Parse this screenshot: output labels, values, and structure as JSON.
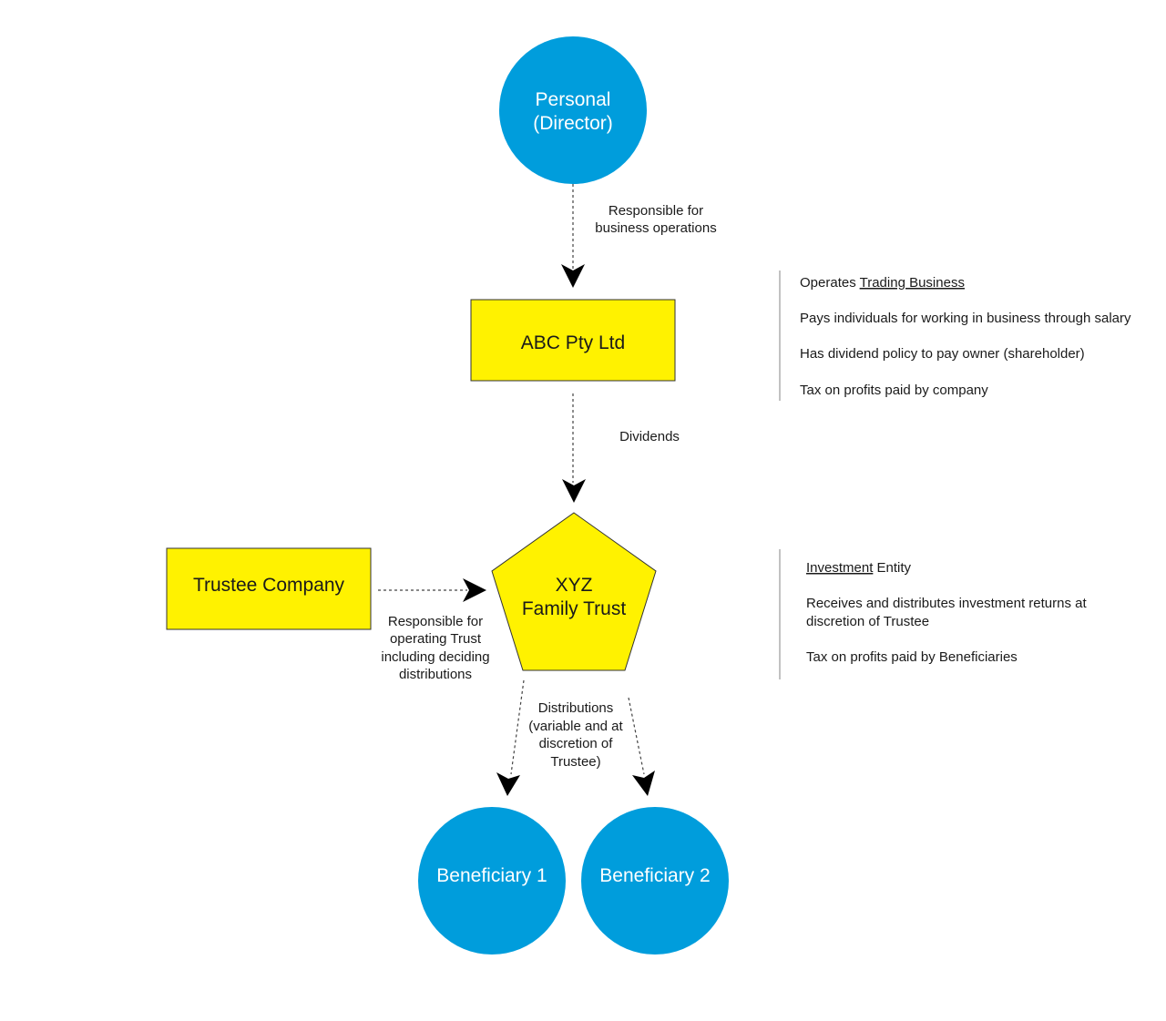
{
  "colors": {
    "circle": "#009ddc",
    "box": "#fff200",
    "box_border": "#333333",
    "arrow": "#000000"
  },
  "nodes": {
    "personal": {
      "line1": "Personal",
      "line2": "(Director)"
    },
    "abc": {
      "label": "ABC Pty Ltd"
    },
    "trust": {
      "line1": "XYZ",
      "line2": "Family Trust"
    },
    "trustee": {
      "label": "Trustee Company"
    },
    "beneficiary1": {
      "label": "Beneficiary 1"
    },
    "beneficiary2": {
      "label": "Beneficiary 2"
    }
  },
  "edges": {
    "personal_to_abc": {
      "line1": "Responsible for",
      "line2": "business operations"
    },
    "abc_to_trust": {
      "label": "Dividends"
    },
    "trustee_to_trust": {
      "line1": "Responsible for",
      "line2": "operating Trust",
      "line3": "including deciding",
      "line4": "distributions"
    },
    "trust_to_beneficiaries": {
      "line1": "Distributions",
      "line2": "(variable and at",
      "line3": "discretion of",
      "line4": "Trustee)"
    }
  },
  "notes": {
    "company": {
      "item1_prefix": "Operates ",
      "item1_underlined": "Trading Business",
      "item2": "Pays individuals for working in business through salary",
      "item3": "Has dividend policy to pay owner (shareholder)",
      "item4": "Tax on profits paid by company"
    },
    "trust": {
      "item1_underlined": "Investment",
      "item1_suffix": " Entity",
      "item2_line1": "Receives and distributes investment returns at",
      "item2_line2": "discretion of Trustee",
      "item3": "Tax on profits paid by Beneficiaries"
    }
  }
}
